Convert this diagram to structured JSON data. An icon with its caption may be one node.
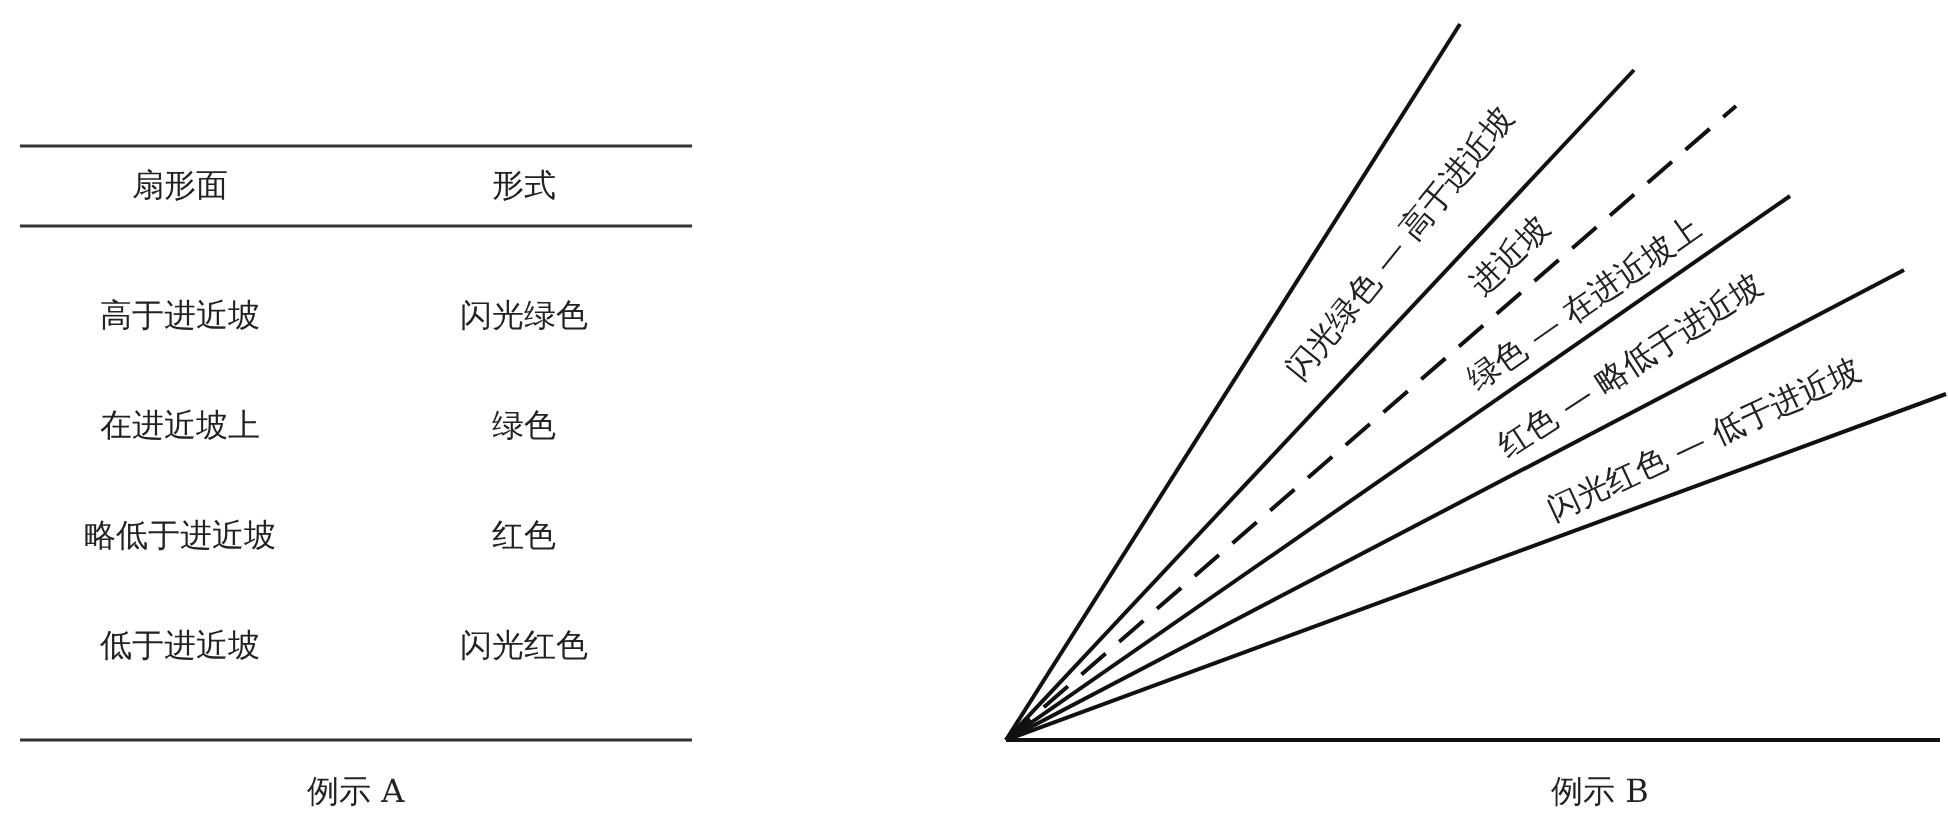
{
  "diagram": {
    "labels": [
      "扇形面",
      "形式",
      "高于进近坡",
      "闪光绿色",
      "在进近坡上",
      "绿色",
      "略低于进近坡",
      "红色",
      "低于进近坡",
      "闪光红色",
      "例示 A",
      "闪光绿色 — 高于进近坡",
      "进近坡",
      "绿色 — 在进近坡上",
      "红色 — 略低于进近坡",
      "闪光红色 — 低于进近坡",
      "例示 B"
    ]
  }
}
